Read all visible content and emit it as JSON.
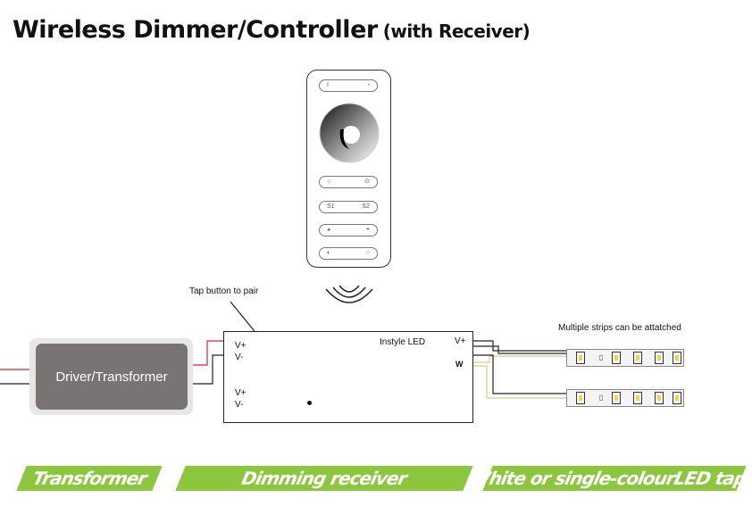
{
  "title": {
    "main": "Wireless Dimmer/Controller",
    "sub": "(with Receiver)"
  },
  "remote": {
    "buttons": [
      {
        "left": "I",
        "right": "▫"
      },
      {
        "left": "○",
        "right": "⊙"
      },
      {
        "left": "S1",
        "right": "S2"
      },
      {
        "left": "◕",
        "right": "◓"
      },
      {
        "left": "◐",
        "right": "○"
      }
    ]
  },
  "notes": {
    "pair": "Tap button to pair",
    "multiple": "Multiple strips can be attatched"
  },
  "driver": {
    "label": "Driver/Transformer"
  },
  "receiver": {
    "brand": "Instyle LED",
    "in_top_plus": "V+",
    "in_top_minus": "V-",
    "in_bottom_plus": "V+",
    "in_bottom_minus": "V-",
    "out_plus": "V+",
    "out_w": "W"
  },
  "strips": {
    "count": 2
  },
  "banners": [
    "Transformer",
    "Dimming receiver",
    "White or single-colourLED tape"
  ],
  "colors": {
    "banner": "#8cc63f",
    "driver": "#7a7373",
    "wire_red": "#d9262e",
    "led_yellow": "#f2d34a"
  }
}
